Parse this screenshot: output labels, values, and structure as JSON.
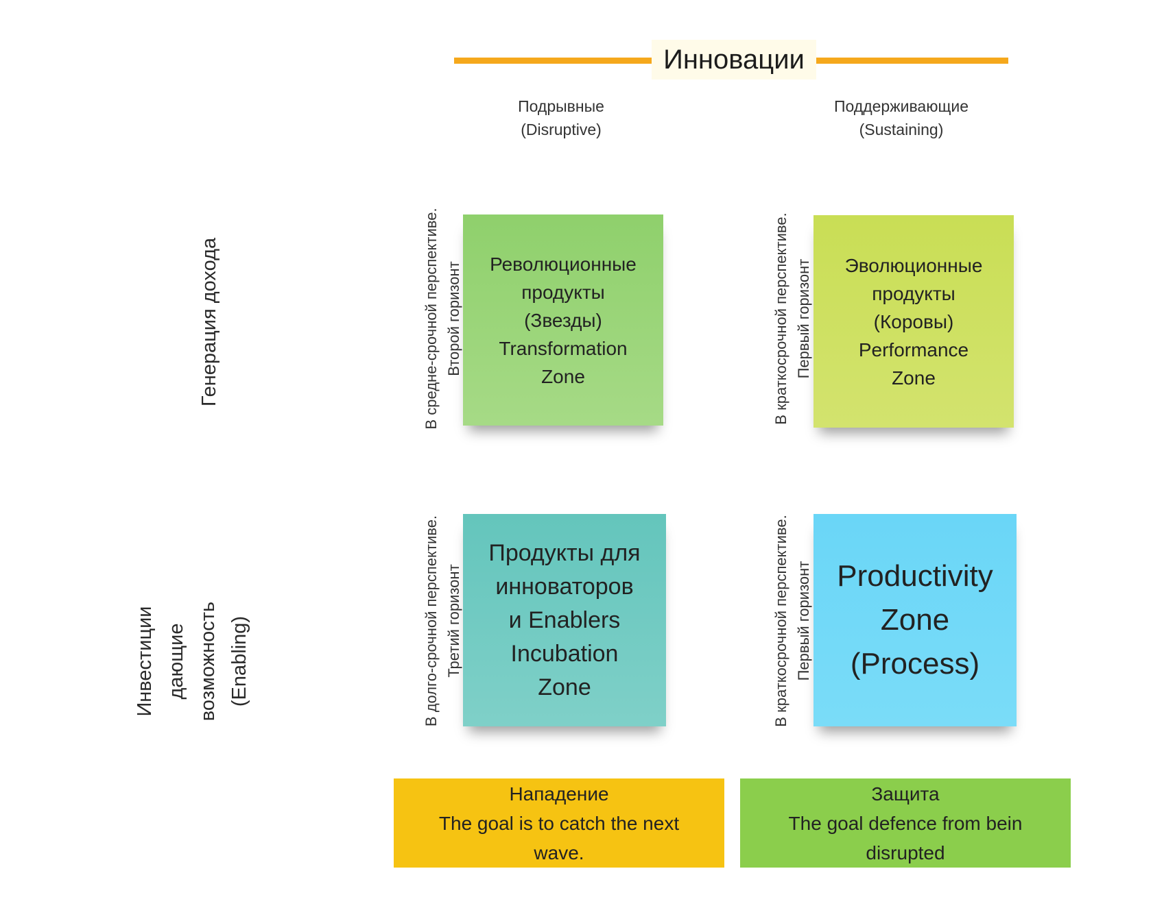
{
  "header": {
    "title": "Инновации",
    "line_color": "#f5a81c",
    "columns": [
      {
        "label": "Подрывные\n(Disruptive)"
      },
      {
        "label": "Поддерживающие\n(Sustaining)"
      }
    ]
  },
  "rows": [
    {
      "label": "Генерация дохода"
    },
    {
      "label": "Инвестиции\nдающие\nвозможность\n(Enabling)"
    }
  ],
  "quadrants": [
    {
      "side_label": "В средне-срочной перспективе.\nВторой горизонт",
      "text": "Революционные\nпродукты\n(Звезды)\nTransformation\nZone",
      "color": "#8fd06c"
    },
    {
      "side_label": "В краткосрочной перспективе.\nПервый горизонт",
      "text": "Эволюционные\nпродукты\n(Коровы)\nPerformance\nZone",
      "color": "#c9de55"
    },
    {
      "side_label": "В долго-срочной перспективе.\nТретий горизонт",
      "text": "Продукты для\nинноваторов\nи Enablers\nIncubation\nZone",
      "color": "#64c5bc"
    },
    {
      "side_label": "В краткосрочной перспективе.\nПервый горизонт",
      "text": "Productivity\nZone\n(Process)",
      "color": "#6ad6f7"
    }
  ],
  "footer": [
    {
      "text": "Нападение\nThe goal is to catch the next\nwave.",
      "color": "#f6c312"
    },
    {
      "text": "Защита\nThe goal defence from bein\ndisrupted",
      "color": "#8bce4c"
    }
  ]
}
